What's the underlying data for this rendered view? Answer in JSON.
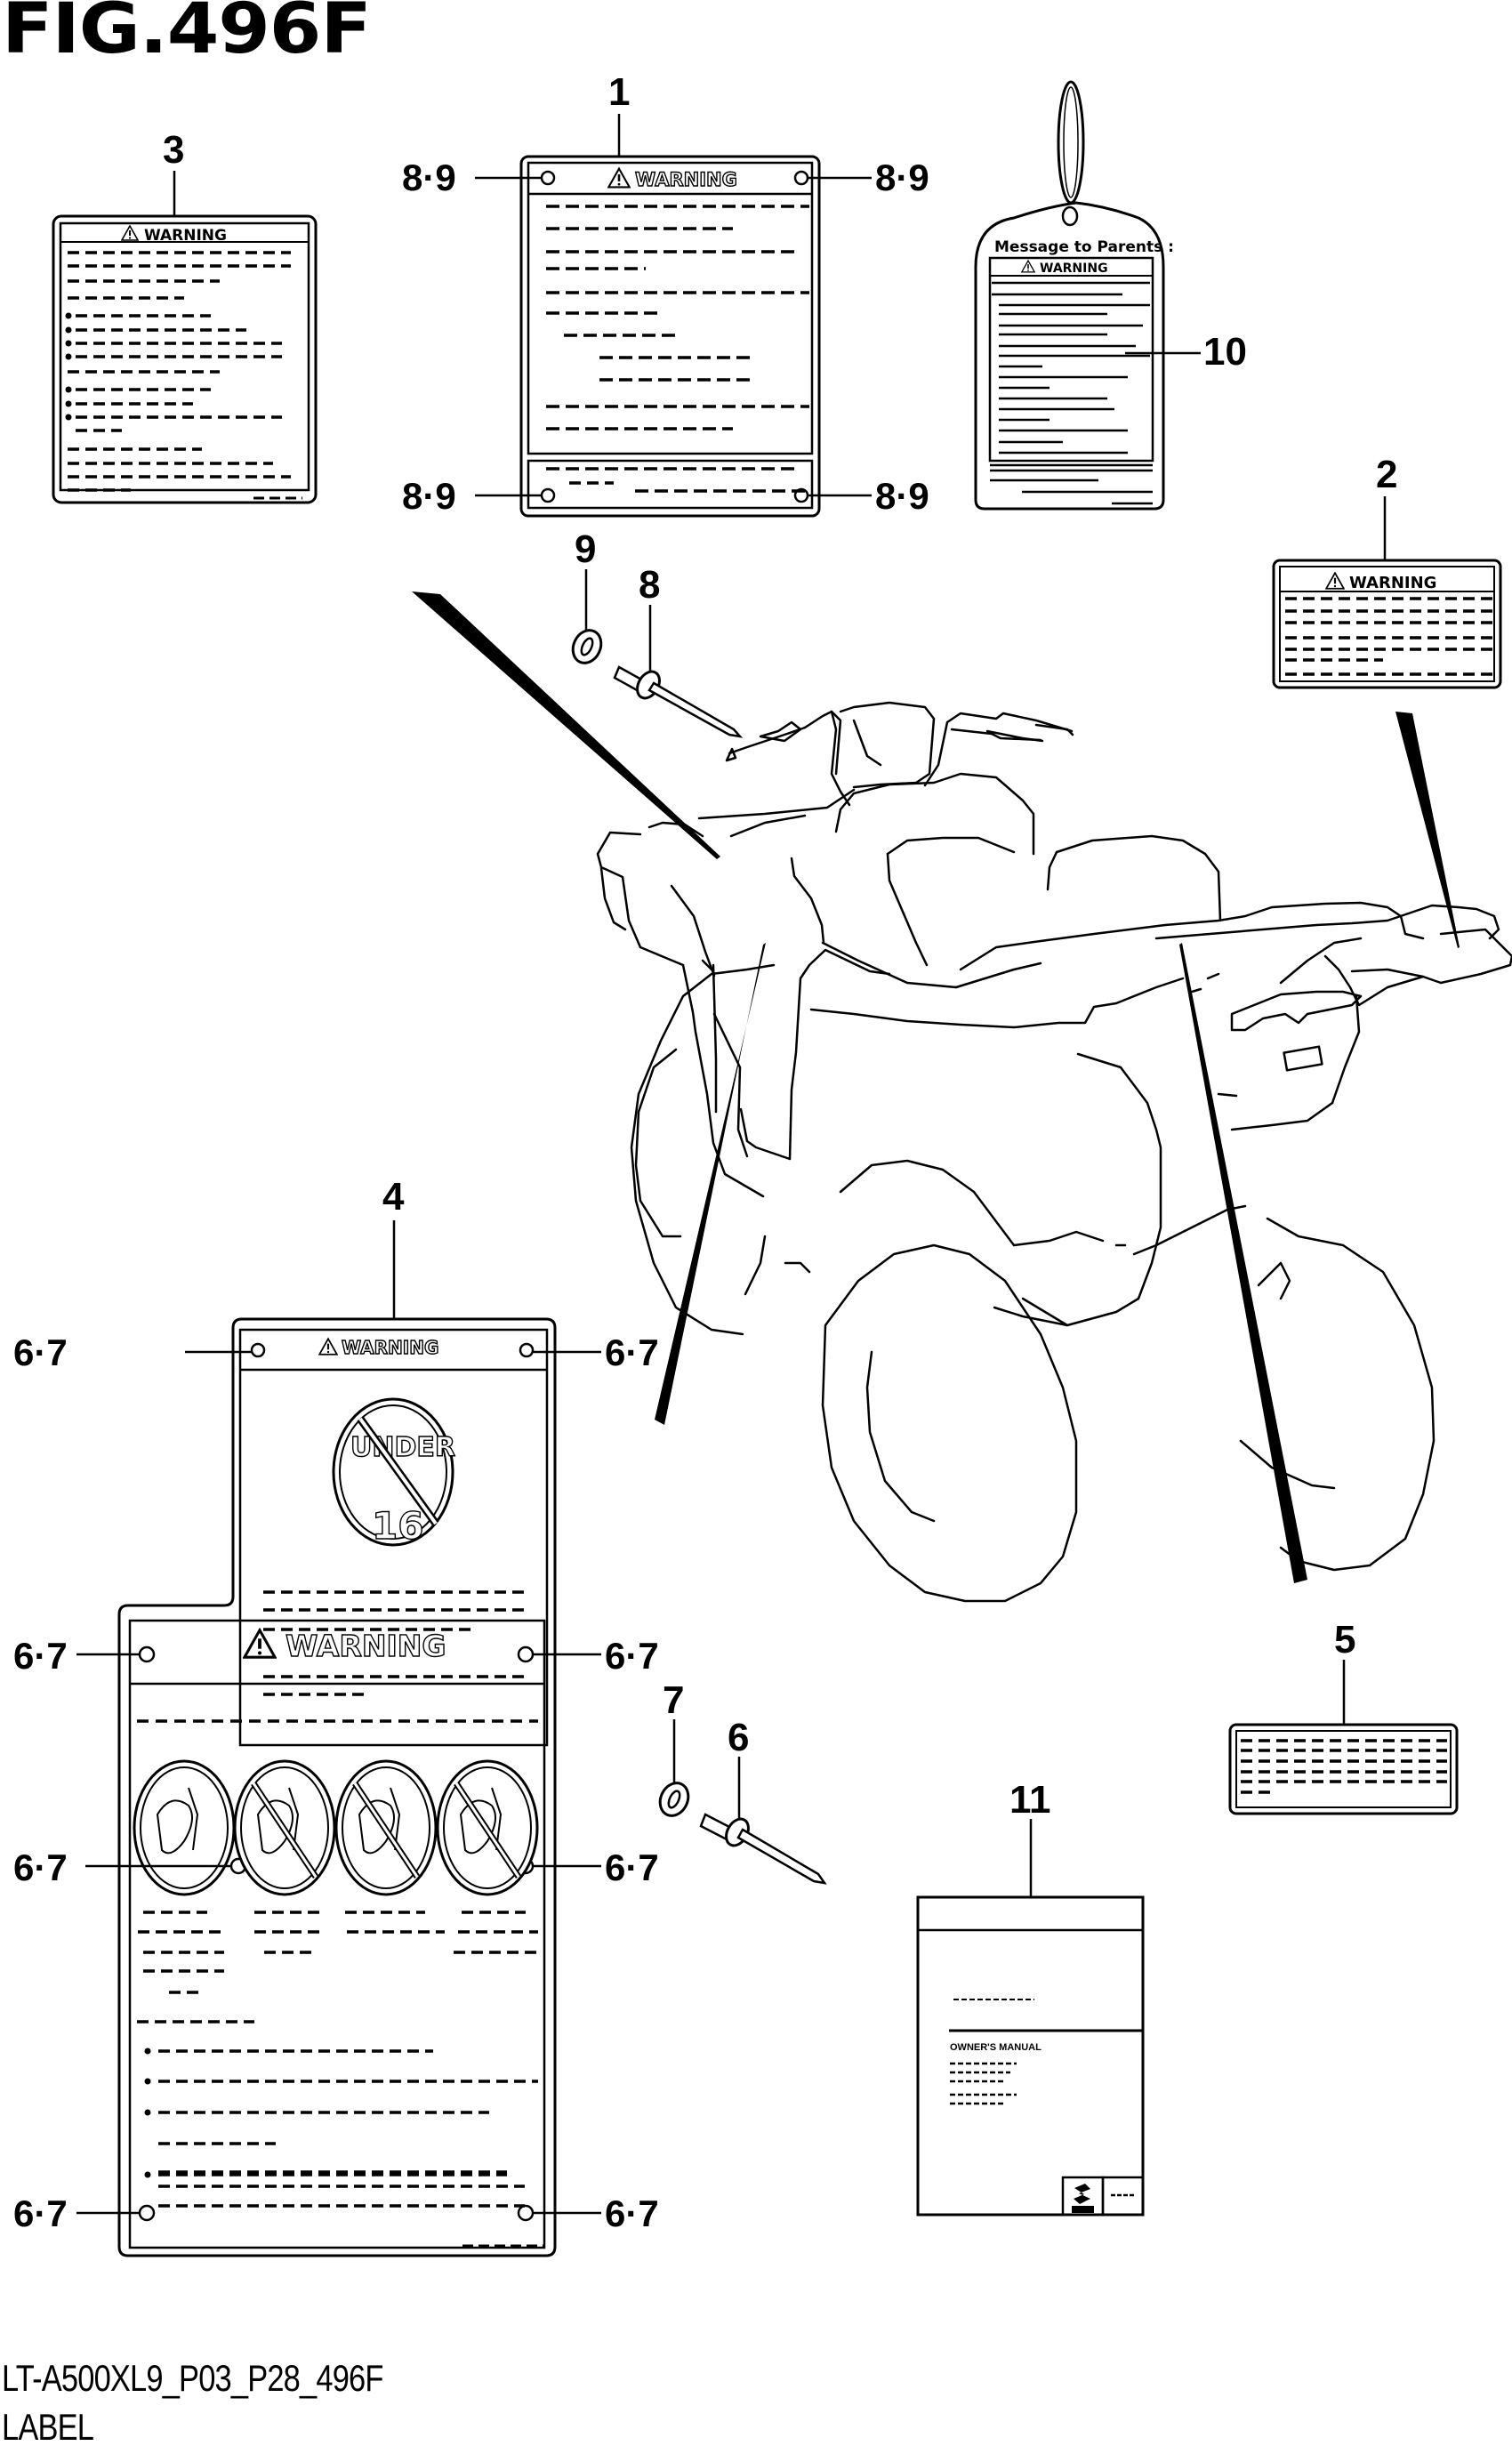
{
  "figure": {
    "title": "FIG.496F",
    "model_code": "LT-A500XL9_P03_P28_496F",
    "section_name": "LABEL"
  },
  "callouts": {
    "label_1": "1",
    "label_2": "2",
    "label_3": "3",
    "label_4": "4",
    "label_5": "5",
    "rivet_6": "6",
    "washer_7": "7",
    "rivet_8": "8",
    "washer_9": "9",
    "tag_10": "10",
    "manual_11": "11",
    "fastener_pair_8_9": "8·9",
    "fastener_pair_6_7": "6·7"
  },
  "parts": [
    {
      "ref": "1",
      "name": "warning-label-large"
    },
    {
      "ref": "2",
      "name": "warning-label-rear"
    },
    {
      "ref": "3",
      "name": "warning-label-front"
    },
    {
      "ref": "4",
      "name": "warning-label-under-16"
    },
    {
      "ref": "5",
      "name": "info-label"
    },
    {
      "ref": "6",
      "name": "rivet"
    },
    {
      "ref": "7",
      "name": "washer"
    },
    {
      "ref": "8",
      "name": "rivet"
    },
    {
      "ref": "9",
      "name": "washer"
    },
    {
      "ref": "10",
      "name": "hang-tag"
    },
    {
      "ref": "11",
      "name": "owners-manual"
    }
  ],
  "label_text": {
    "warning": "WARNING",
    "message_to_parents": "Message to Parents :",
    "under": "UNDER",
    "age": "16",
    "owners_manual": "OWNER'S MANUAL"
  },
  "pictograms": [
    "no-passenger-icon",
    "no-paved-road-icon",
    "no-stunts-icon",
    "no-alcohol-drugs-icon"
  ]
}
